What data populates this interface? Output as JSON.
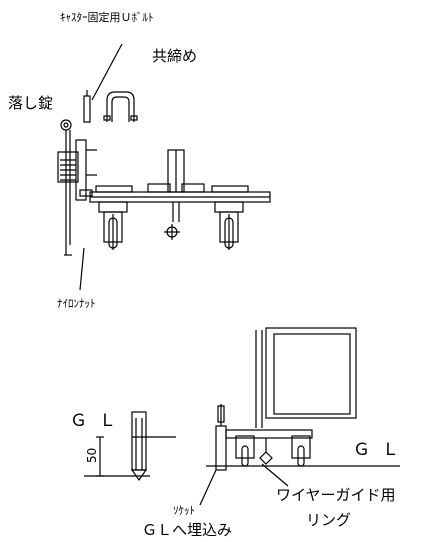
{
  "labels": {
    "caster_bolt": "ｷｬｽﾀｰ固定用Ｕﾎﾞﾙﾄ",
    "fasten_together": "共締め",
    "drop_lock": "落し錠",
    "nylon_nut": "ﾅｲﾛﾝﾅｯﾄ",
    "gl_left": "ＧＬ",
    "gl_right": "ＧＬ",
    "dimension": "50",
    "socket": "ｿｹｯﾄ",
    "embed": "ＧＬへ埋込み",
    "wire_guide_1": "ワイヤーガイド用",
    "wire_guide_2": "リング"
  },
  "colors": {
    "line": "#000000",
    "background": "#ffffff"
  }
}
